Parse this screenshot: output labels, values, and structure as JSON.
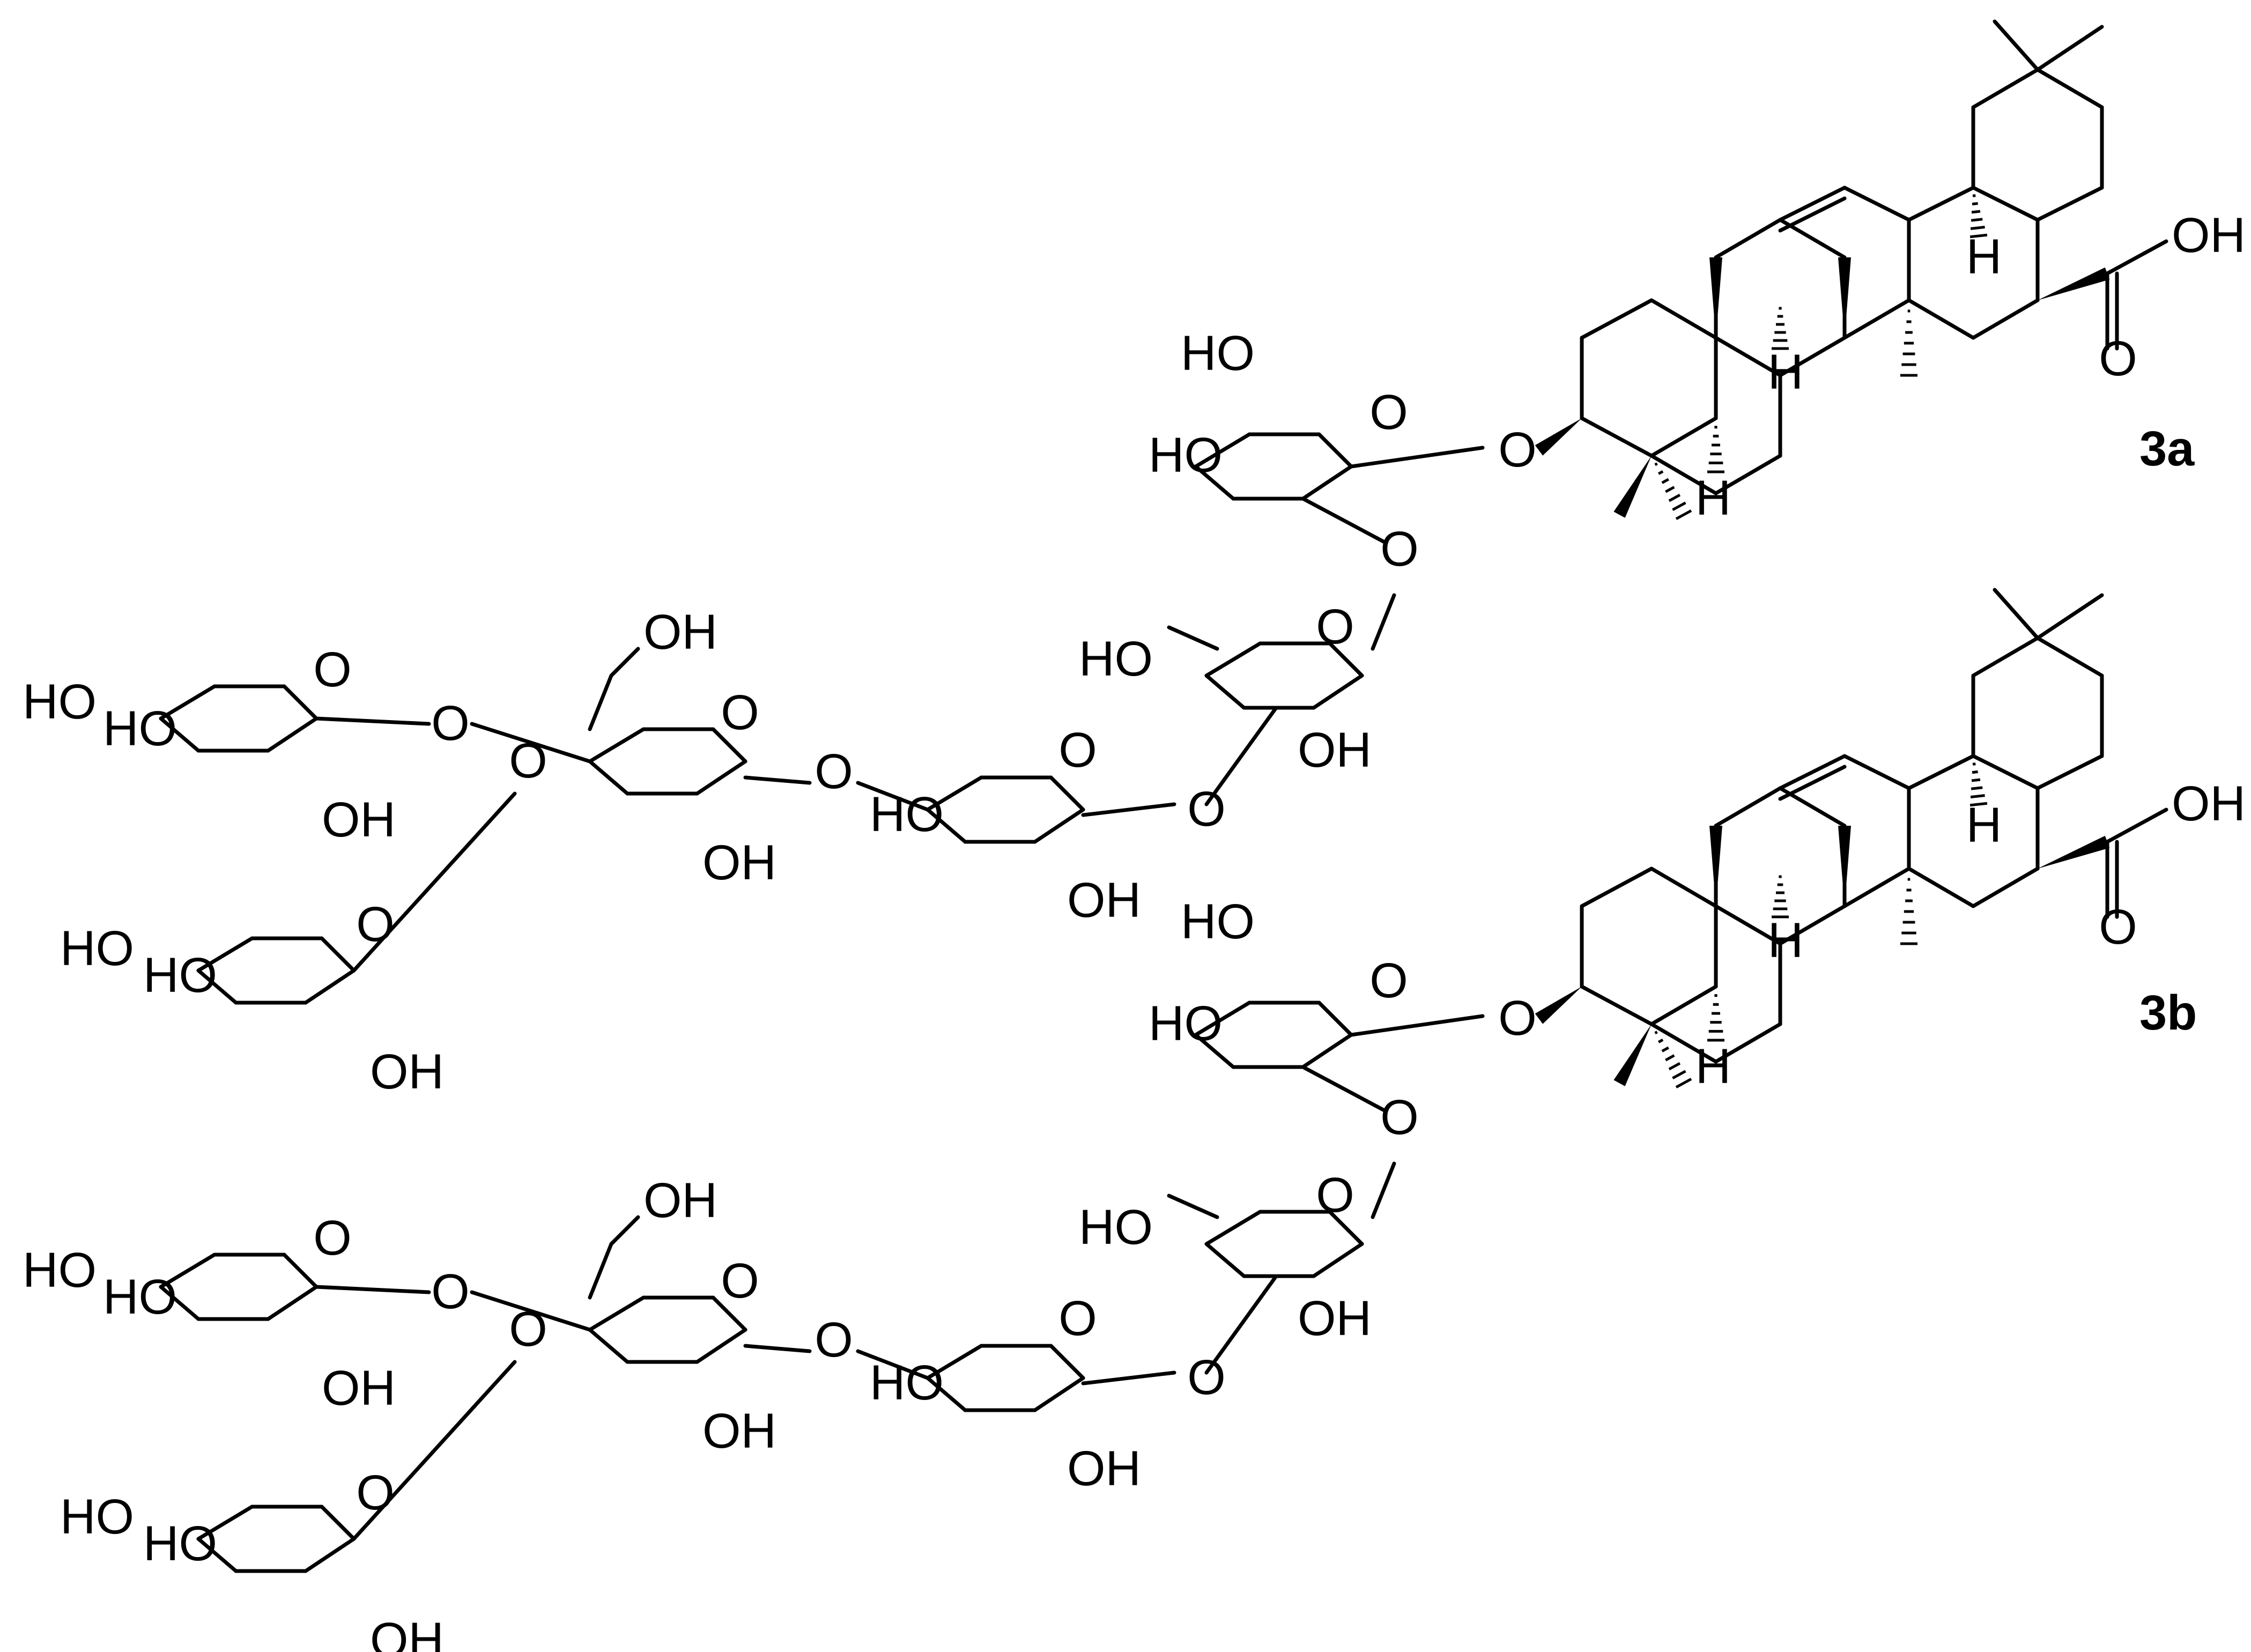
{
  "figure": {
    "compounds": [
      {
        "id": "3a",
        "label": "3a"
      },
      {
        "id": "3b",
        "label": "3b"
      }
    ],
    "atom_labels": {
      "hydroxyl": "HO",
      "hydroxyl_r": "OH",
      "oxygen": "O",
      "hydrogen": "H"
    },
    "colors": {
      "ink": "#000000",
      "background": "#ffffff"
    }
  }
}
